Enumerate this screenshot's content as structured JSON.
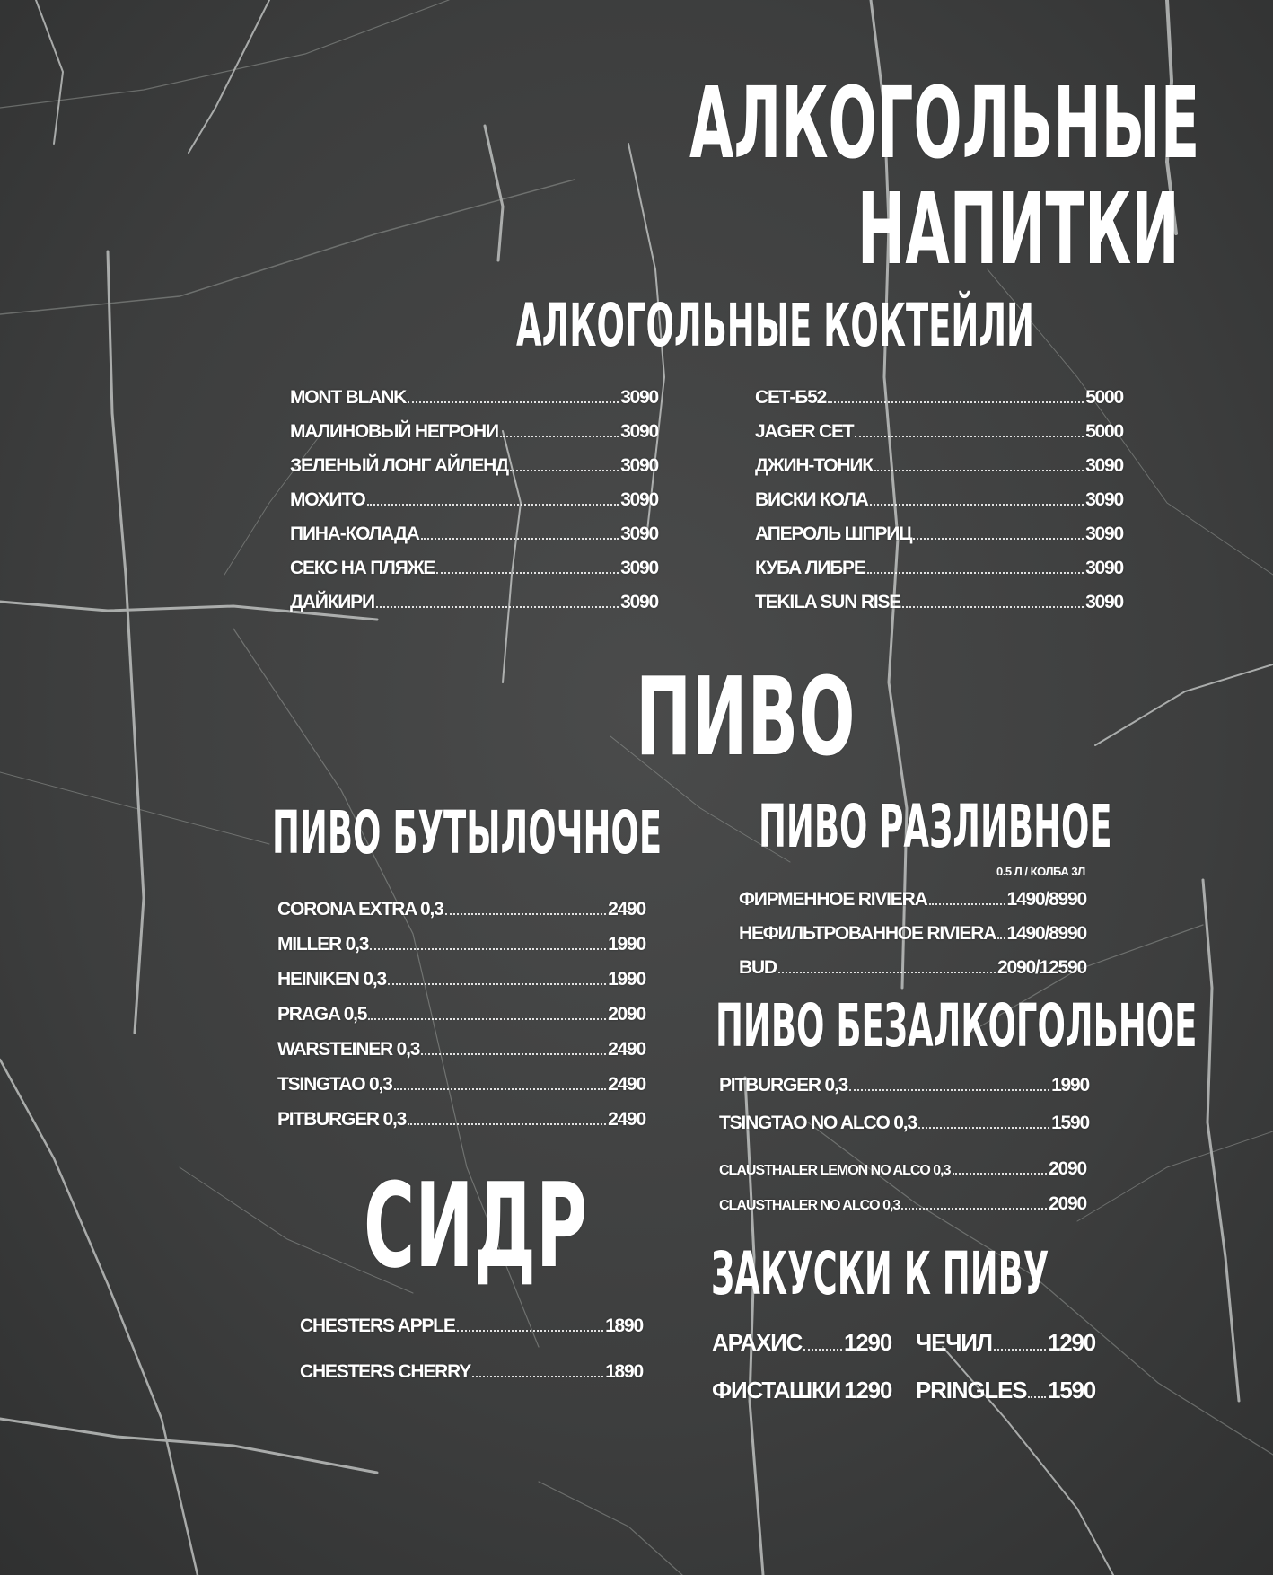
{
  "headings": {
    "title_line1": "АЛКОГОЛЬНЫЕ",
    "title_line2": "НАПИТКИ",
    "cocktails": "АЛКОГОЛЬНЫЕ КОКТЕЙЛИ",
    "beer": "ПИВО",
    "bottled": "ПИВО БУТЫЛОЧНОЕ",
    "draft": "ПИВО РАЗЛИВНОЕ",
    "nonalcoholic": "ПИВО БЕЗАЛКОГОЛЬНОЕ",
    "cider": "СИДР",
    "snacks": "ЗАКУСКИ К ПИВУ"
  },
  "draft_note": "0.5 Л / КОЛБА 3Л",
  "cocktails_left": [
    {
      "name": "MONT BLANK",
      "price": "3090"
    },
    {
      "name": "МАЛИНОВЫЙ НЕГРОНИ",
      "price": "3090"
    },
    {
      "name": "ЗЕЛЕНЫЙ ЛОНГ АЙЛЕНД",
      "price": "3090"
    },
    {
      "name": "МОХИТО",
      "price": "3090"
    },
    {
      "name": "ПИНА-КОЛАДА",
      "price": "3090"
    },
    {
      "name": "СЕКС НА ПЛЯЖЕ",
      "price": "3090"
    },
    {
      "name": "ДАЙКИРИ",
      "price": "3090"
    }
  ],
  "cocktails_right": [
    {
      "name": "СЕТ-Б52",
      "price": "5000"
    },
    {
      "name": "JAGER СЕТ",
      "price": "5000"
    },
    {
      "name": "ДЖИН-ТОНИК",
      "price": "3090"
    },
    {
      "name": "ВИСКИ КОЛА",
      "price": "3090"
    },
    {
      "name": "АПЕРОЛЬ ШПРИЦ",
      "price": "3090"
    },
    {
      "name": "КУБА ЛИБРЕ",
      "price": "3090"
    },
    {
      "name": "TEKILA SUN RISE",
      "price": "3090"
    }
  ],
  "bottled": [
    {
      "name": "CORONA EXTRA 0,3",
      "price": "2490"
    },
    {
      "name": "MILLER 0,3",
      "price": "1990"
    },
    {
      "name": "HEINIKEN 0,3",
      "price": "1990"
    },
    {
      "name": "PRAGA 0,5",
      "price": "2090"
    },
    {
      "name": "WARSTEINER 0,3",
      "price": "2490"
    },
    {
      "name": "TSINGTAO 0,3",
      "price": "2490"
    },
    {
      "name": "PITBURGER 0,3",
      "price": "2490"
    }
  ],
  "draft": [
    {
      "name": "ФИРМЕННОЕ RIVIERA",
      "price": "1490/8990"
    },
    {
      "name": "НЕФИЛЬТРОВАННОЕ RIVIERA",
      "price": "1490/8990"
    },
    {
      "name": "BUD",
      "price": "2090/12590"
    }
  ],
  "nonalcoholic": [
    {
      "name": "PITBURGER 0,3",
      "price": "1990"
    },
    {
      "name": "TSINGTAO NO ALCO 0,3",
      "price": "1590"
    }
  ],
  "nonalcoholic_small": [
    {
      "name": "CLAUSTHALER LEMON NO ALCO 0,3",
      "price": "2090"
    },
    {
      "name": "CLAUSTHALER NO ALCO 0,3",
      "price": "2090"
    }
  ],
  "cider": [
    {
      "name": "CHESTERS APPLE",
      "price": "1890"
    },
    {
      "name": "CHESTERS CHERRY",
      "price": "1890"
    }
  ],
  "snacks_left": [
    {
      "name": "АРАХИС",
      "price": "1290"
    },
    {
      "name": "ФИСТАШКИ",
      "price": "1290"
    }
  ],
  "snacks_right": [
    {
      "name": "ЧЕЧИЛ",
      "price": "1290"
    },
    {
      "name": "PRINGLES",
      "price": "1590"
    }
  ]
}
